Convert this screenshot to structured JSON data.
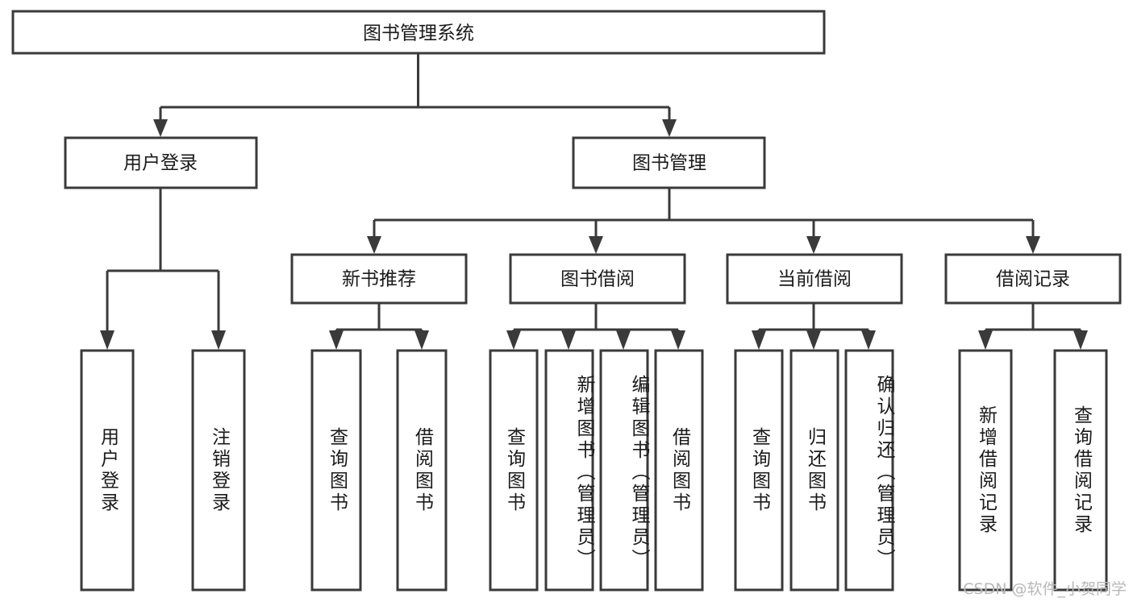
{
  "diagram": {
    "title": "图书管理系统",
    "type": "tree-hierarchy",
    "watermark": "CSDN @软件_小贺同学",
    "colors": {
      "background": "#ffffff",
      "box_fill": "#ffffff",
      "box_stroke": "#3a3a3a",
      "text": "#1a1a1a",
      "watermark": "#b8b8b8"
    },
    "root": {
      "label": "图书管理系统"
    },
    "level2": [
      {
        "label": "用户登录"
      },
      {
        "label": "图书管理"
      }
    ],
    "level3": [
      {
        "label": "新书推荐"
      },
      {
        "label": "图书借阅"
      },
      {
        "label": "当前借阅"
      },
      {
        "label": "借阅记录"
      }
    ],
    "leaves": {
      "user_login": [
        {
          "label": "用户登录"
        },
        {
          "label": "注销登录"
        }
      ],
      "new_book_recommend": [
        {
          "label": "查询图书"
        },
        {
          "label": "借阅图书"
        }
      ],
      "book_borrow": [
        {
          "label": "查询图书"
        },
        {
          "label": "新增图书（管理员）"
        },
        {
          "label": "编辑图书（管理员）"
        },
        {
          "label": "借阅图书"
        }
      ],
      "current_borrow": [
        {
          "label": "查询图书"
        },
        {
          "label": "归还图书"
        },
        {
          "label": "确认归还（管理员）"
        }
      ],
      "borrow_record": [
        {
          "label": "新增借阅记录"
        },
        {
          "label": "查询借阅记录"
        }
      ]
    }
  }
}
